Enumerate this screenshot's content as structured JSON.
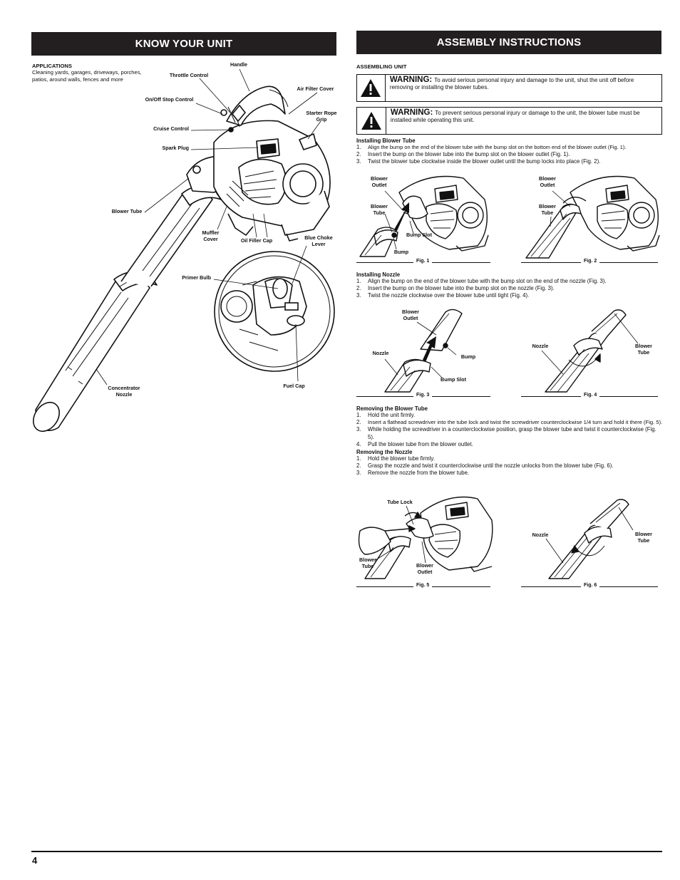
{
  "left": {
    "header": "KNOW YOUR UNIT",
    "applications_title": "APPLICATIONS",
    "applications_text": "Cleaning yards, garages, driveways, porches, patios, around walls, fences and more",
    "labels": {
      "handle": "Handle",
      "throttle_control": "Throttle Control",
      "air_filter_cover": "Air Filter Cover",
      "on_off_stop_control": "On/Off Stop Control",
      "starter_rope_grip": "Starter Rope Grip",
      "cruise_control": "Cruise Control",
      "spark_plug": "Spark Plug",
      "blower_tube": "Blower Tube",
      "muffler_cover": "Muffler Cover",
      "oil_filler_cap": "Oil Filler Cap",
      "blue_choke_lever": "Blue Choke Lever",
      "primer_bulb": "Primer Bulb",
      "fuel_cap": "Fuel Cap",
      "concentrator_nozzle": "Concentrator Nozzle"
    }
  },
  "right": {
    "header": "ASSEMBLY INSTRUCTIONS",
    "assembling_unit": "ASSEMBLING UNIT",
    "warning_word": "WARNING:",
    "warning1": "To avoid serious personal injury and damage to the unit, shut the unit off before removing or installing the blower tubes.",
    "warning2": "To prevent serious personal injury or damage to the unit, the blower tube must be installed while operating this unit.",
    "installing_tube": {
      "title": "Installing Blower Tube",
      "steps": [
        {
          "n": "1.",
          "t": "Align the bump on the end of the blower tube with the bump slot on the bottom end of the blower outlet (Fig. 1)."
        },
        {
          "n": "2.",
          "t": "Insert the bump on the blower tube into the bump slot on the blower outlet (Fig. 1)."
        },
        {
          "n": "3.",
          "t": "Twist the blower tube clockwise inside the blower outlet until the bump locks into place (Fig. 2)."
        }
      ]
    },
    "installing_nozzle": {
      "title": "Installing Nozzle",
      "steps": [
        {
          "n": "1.",
          "t": "Align the bump on the end of the blower tube with the bump slot on the end of the nozzle (Fig. 3)."
        },
        {
          "n": "2.",
          "t": "Insert the bump on the blower tube into the bump slot on the nozzle (Fig. 3)."
        },
        {
          "n": "3.",
          "t": "Twist the nozzle clockwise over the blower tube until tight (Fig. 4)."
        }
      ]
    },
    "removing_tube": {
      "title": "Removing the Blower Tube",
      "steps": [
        {
          "n": "1.",
          "t": "Hold the unit firmly."
        },
        {
          "n": "2.",
          "t": "Insert a flathead screwdriver into the tube lock and twist the screwdriver counterclockwise 1/4 turn and hold it there (Fig. 5)."
        },
        {
          "n": "3.",
          "t": "While holding the screwdriver in a counterclockwise position, grasp the blower tube and twist it counterclockwise (Fig. 5)."
        },
        {
          "n": "4.",
          "t": "Pull the blower tube from the blower outlet."
        }
      ]
    },
    "removing_nozzle": {
      "title": "Removing the Nozzle",
      "steps": [
        {
          "n": "1.",
          "t": "Hold the blower tube firmly."
        },
        {
          "n": "2.",
          "t": "Grasp the nozzle and twist it counterclockwise until the nozzle unlocks from the blower tube (Fig. 6)."
        },
        {
          "n": "3.",
          "t": "Remove the nozzle from the blower tube."
        }
      ]
    },
    "figures": {
      "fig1": {
        "caption": "Fig. 1",
        "blower_outlet": "Blower Outlet",
        "blower_tube": "Blower Tube",
        "bump_slot": "Bump Slot",
        "bump": "Bump"
      },
      "fig2": {
        "caption": "Fig. 2",
        "blower_outlet": "Blower Outlet",
        "blower_tube": "Blower Tube"
      },
      "fig3": {
        "caption": "Fig. 3",
        "blower_outlet": "Blower Outlet",
        "nozzle": "Nozzle",
        "bump": "Bump",
        "bump_slot": "Bump Slot"
      },
      "fig4": {
        "caption": "Fig. 4",
        "nozzle": "Nozzle",
        "blower_tube": "Blower Tube"
      },
      "fig5": {
        "caption": "Fig. 5",
        "tube_lock": "Tube Lock",
        "blower_tube": "Blower Tube",
        "blower_outlet": "Blower Outlet"
      },
      "fig6": {
        "caption": "Fig. 6",
        "nozzle": "Nozzle",
        "blower_tube": "Blower Tube"
      }
    }
  },
  "footer": {
    "page_number": "4"
  }
}
